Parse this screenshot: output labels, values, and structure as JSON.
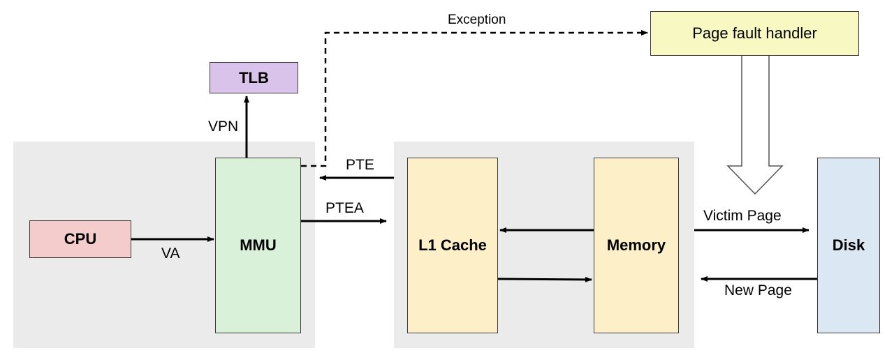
{
  "colors": {
    "cpu": "#f4cccc",
    "mmu": "#d9f0d9",
    "tlb": "#d9c3ea",
    "cache": "#fdf0c8",
    "memory": "#fdf0c8",
    "disk": "#dce7f4",
    "handler": "#f7f8c2",
    "panel": "#ebebeb"
  },
  "nodes": {
    "cpu": "CPU",
    "mmu": "MMU",
    "tlb": "TLB",
    "l1_cache": "L1 Cache",
    "memory": "Memory",
    "disk": "Disk",
    "page_fault_handler": "Page fault handler"
  },
  "edges": {
    "va": "VA",
    "vpn": "VPN",
    "pte": "PTE",
    "ptea": "PTEA",
    "exception": "Exception",
    "victim_page": "Victim Page",
    "new_page": "New Page"
  }
}
